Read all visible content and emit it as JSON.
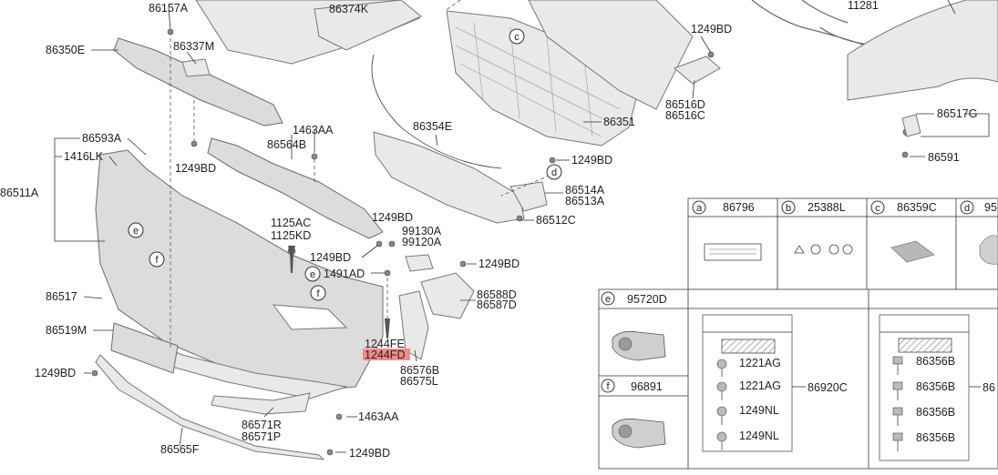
{
  "labels": {
    "l86157A": "86157A",
    "l86373K": "86374K",
    "l86350E": "86350E",
    "l86337M": "86337M",
    "l1463AA_top": "1463AA",
    "l86564B": "86564B",
    "l86593A": "86593A",
    "l1416LK": "1416LK",
    "l86511A": "86511A",
    "l1249BD_a": "1249BD",
    "l1125AC": "1125AC",
    "l1125KD": "1125KD",
    "l1249BD_b": "1249BD",
    "l1249BD_c": "1249BD",
    "l99130A": "99130A",
    "l99120A": "99120A",
    "l1491AD": "1491AD",
    "l1249BD_d": "1249BD",
    "l86588D": "86588D",
    "l86587D": "86587D",
    "l86517": "86517",
    "l86519M": "86519M",
    "l1244FE": "1244FE",
    "l1244FD": "1244FD",
    "l86576B": "86576B",
    "l86575L": "86575L",
    "l1249BD_e": "1249BD",
    "l86571R": "86571R",
    "l86571P": "86571P",
    "l1463AA_bot": "1463AA",
    "l86565F": "86565F",
    "l1249BD_f": "1249BD",
    "l86354E": "86354E",
    "l86351": "86351",
    "l1249BD_g": "1249BD",
    "l86514A": "86514A",
    "l86513A": "86513A",
    "l86512C": "86512C",
    "l1249BD_h": "1249BD",
    "l86516D": "86516D",
    "l86516C": "86516C",
    "l11281": "11281",
    "l86517G": "86517G",
    "l86591": "86591"
  },
  "callouts": {
    "c": "c",
    "d": "d",
    "e1": "e",
    "f1": "f",
    "e2": "e",
    "f2": "f"
  },
  "table": {
    "row1": [
      {
        "letter": "a",
        "part": "86796"
      },
      {
        "letter": "b",
        "part": "25388L"
      },
      {
        "letter": "c",
        "part": "86359C"
      },
      {
        "letter": "d",
        "part": "95"
      }
    ],
    "row2": {
      "letter": "e",
      "part": "95720D"
    },
    "row3": {
      "letter": "f",
      "part": "96891"
    },
    "screw_kit": {
      "labels": [
        "1221AG",
        "1221AG",
        "1249NL",
        "1249NL"
      ],
      "part": "86920C"
    },
    "bolt_kit": {
      "labels": [
        "86356B",
        "86356B",
        "86356B",
        "86356B"
      ],
      "part": "86"
    }
  },
  "colors": {
    "highlight": "#f28b8b",
    "part_fill": "#dcdcdc",
    "line": "#333333"
  }
}
